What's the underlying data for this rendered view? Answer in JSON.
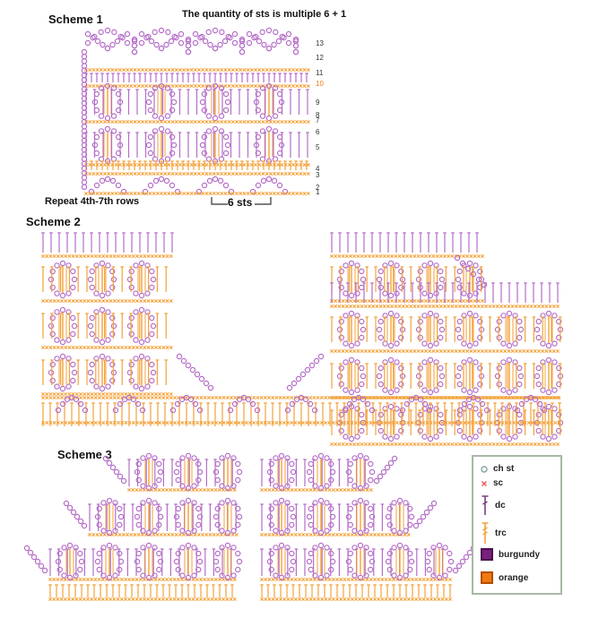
{
  "scheme1": {
    "title": "Scheme 1",
    "note": "The quantity of sts is multiple 6 + 1",
    "repeat_note": "Repeat 4th-7th rows",
    "repeat_width_label": "6 sts",
    "row_numbers": [
      "13",
      "12",
      "11",
      "10",
      "9",
      "8",
      "7",
      "6",
      "5",
      "4",
      "3",
      "2",
      "1"
    ]
  },
  "scheme2": {
    "title": "Scheme 2"
  },
  "scheme3": {
    "title": "Scheme 3"
  },
  "legend": {
    "items": [
      {
        "symbol": "ch-icon",
        "label": "ch st"
      },
      {
        "symbol": "sc-icon",
        "label": "sc"
      },
      {
        "symbol": "dc-icon",
        "label": "dc"
      },
      {
        "symbol": "trc-icon",
        "label": "trc"
      },
      {
        "symbol": "swatch",
        "label": "burgundy",
        "color": "#7b1f7f"
      },
      {
        "symbol": "swatch",
        "label": "orange",
        "color": "#f07a10"
      }
    ]
  },
  "colors": {
    "purple": "#b56ec8",
    "orange": "#f3a23a",
    "burgundy": "#7b1f7f",
    "orange_swatch": "#f07a10"
  }
}
